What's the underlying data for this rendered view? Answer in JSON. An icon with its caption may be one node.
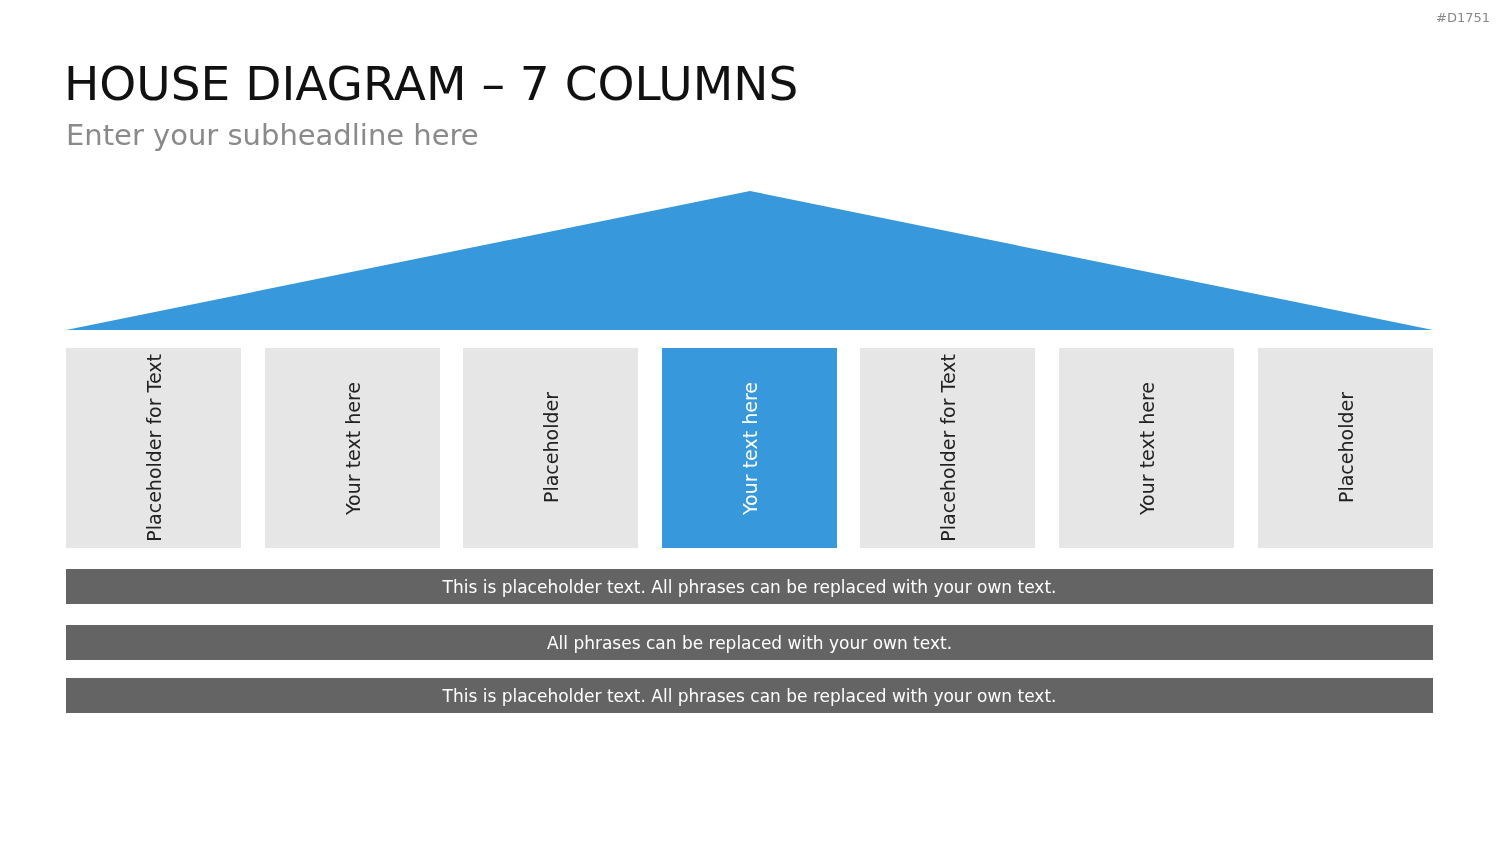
{
  "diagram": {
    "title": "HOUSE DIAGRAM – 7 COLUMNS",
    "nodes": [
      {
        "text": [],
        "shape": "triangle"
      },
      {
        "text": [
          "Placeholder for Text"
        ]
      },
      {
        "text": [
          "Your text here"
        ]
      },
      {
        "text": [
          "Placeholder"
        ]
      },
      {
        "text": [
          "Your text here"
        ]
      },
      {
        "text": [
          "Placeholder for Text"
        ]
      },
      {
        "text": [
          "Your text here"
        ]
      },
      {
        "text": [
          "Placeholder"
        ]
      },
      {
        "text": [
          "This is placeholder text. All phrases can be replaced with your own text."
        ]
      },
      {
        "text": [
          "All phrases can be replaced with your own text."
        ]
      },
      {
        "text": [
          "This is placeholder text. All phrases can be replaced with your own text."
        ]
      }
    ],
    "edges": [],
    "labels": [
      "#D1751",
      "Enter your subheadline here"
    ]
  }
}
